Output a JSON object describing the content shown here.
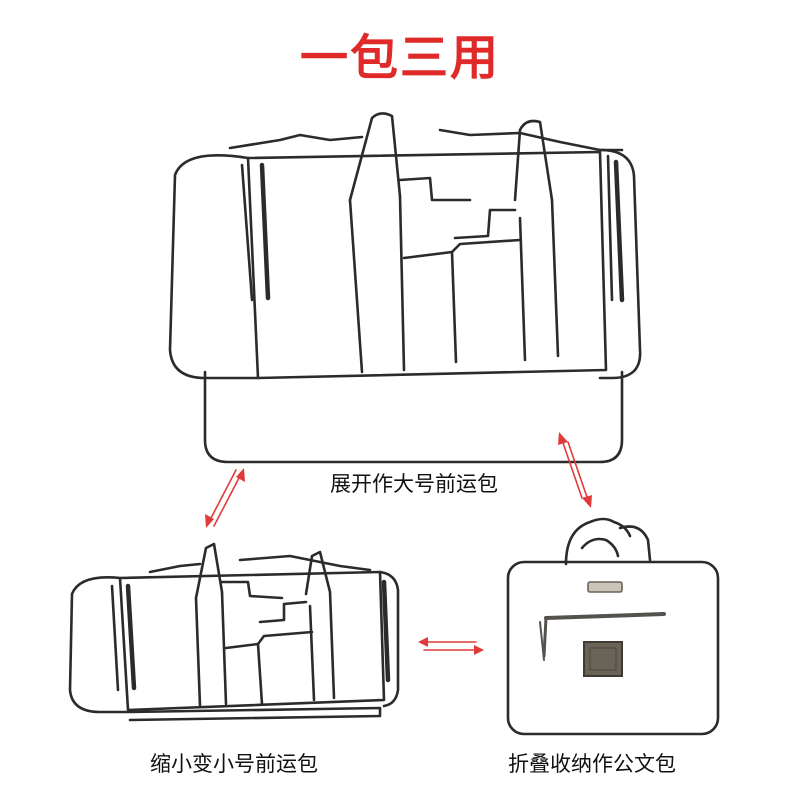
{
  "title": "一包三用",
  "modes": {
    "large": {
      "label": "展开作大号前运包"
    },
    "small": {
      "label": "缩小变小号前运包"
    },
    "briefcase": {
      "label": "折叠收纳作公文包"
    }
  },
  "colors": {
    "title": "#e02a2a",
    "arrow": "#e03a3a",
    "line": "#2b2b2b",
    "zipper": "#55514c",
    "patch": "#6a6357"
  }
}
